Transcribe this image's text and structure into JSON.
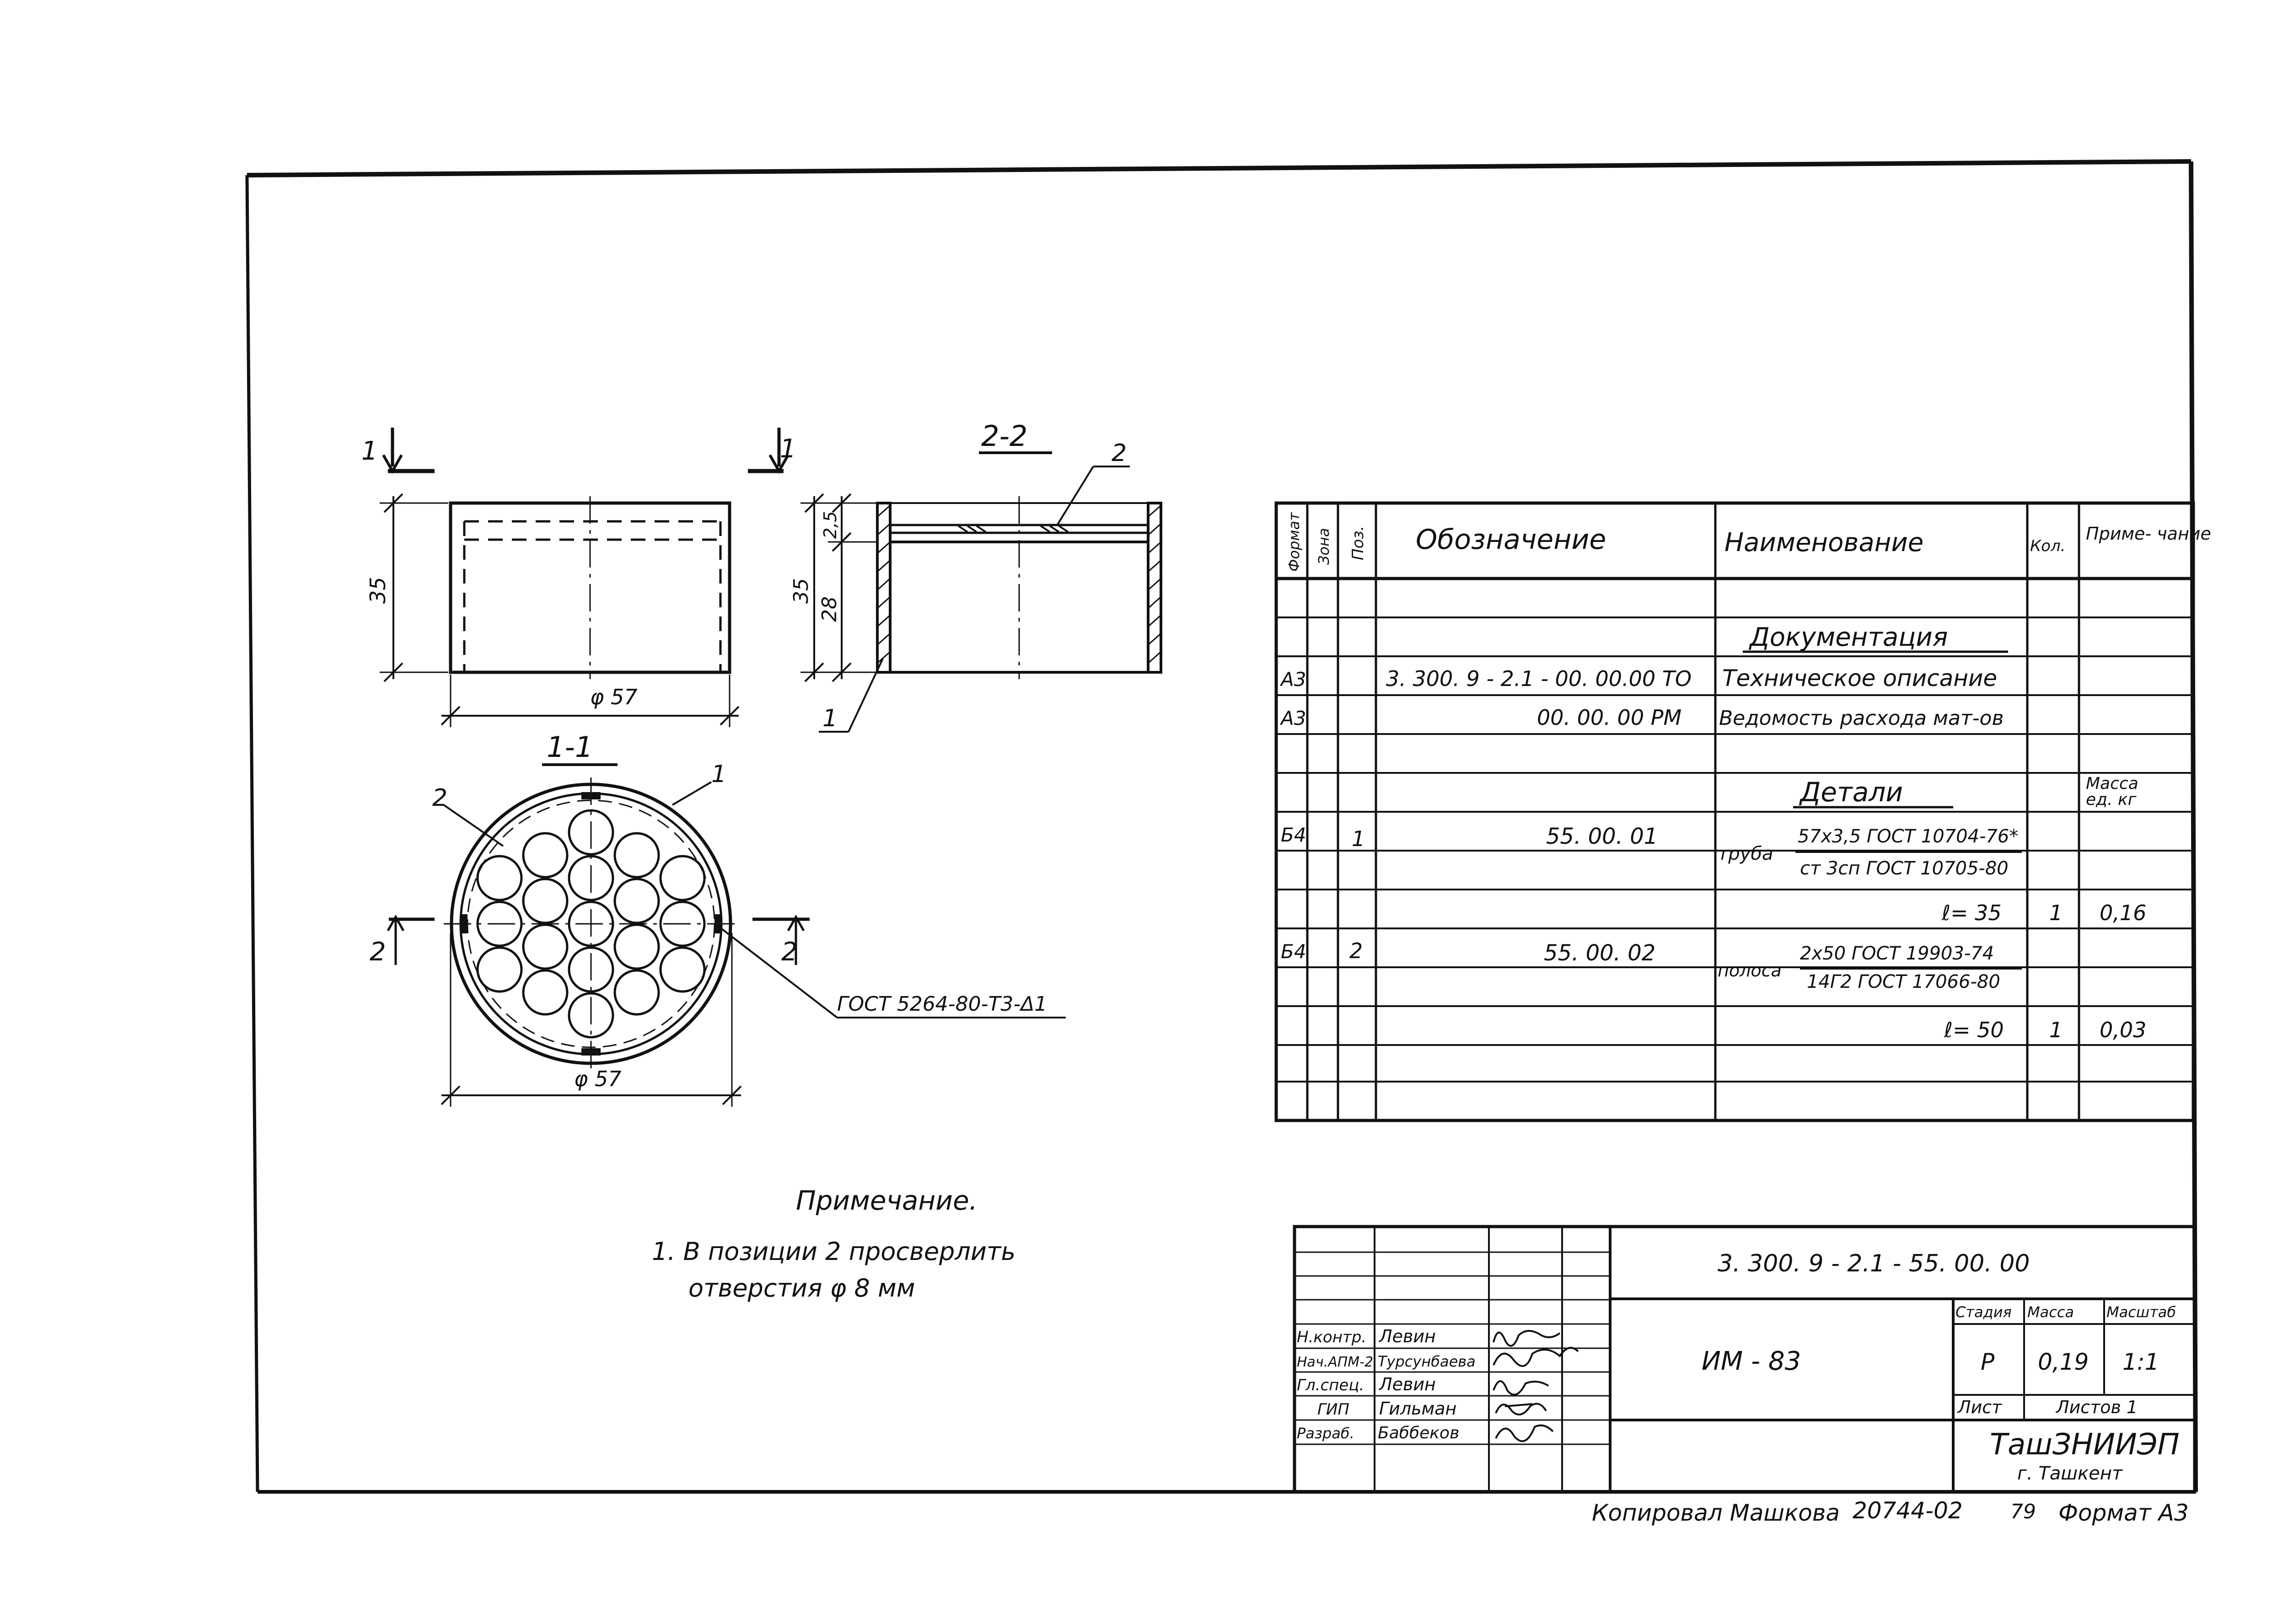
{
  "views": {
    "view_1": "1",
    "view_2": "2",
    "section_22": "2-2",
    "section_11": "1-1",
    "dim_35": "35",
    "dim_d57": "φ 57",
    "dim_2_5": "2,5",
    "dim_28": "28",
    "dim_d57_plan": "φ 57",
    "pos_1": "1",
    "pos_2": "2",
    "weld_note": "ГОСТ 5264-80-Т3-Δ1"
  },
  "note": {
    "title": "Примечание.",
    "line1": "1. В позиции 2 просверлить",
    "line2": "отверстия  φ 8 мм"
  },
  "spec": {
    "headers": {
      "format": "Формат",
      "zone": "Зона",
      "pos": "Поз.",
      "designation": "Обозначение",
      "name": "Наименование",
      "qty": "Кол.",
      "note": "Приме- чание"
    },
    "documentation": "Документация",
    "doc_rows": [
      {
        "format": "А3",
        "designation": "3. 300. 9 - 2.1 - 00. 00.00 ТО",
        "name": "Техническое описание"
      },
      {
        "format": "А3",
        "designation": "00. 00. 00 РМ",
        "name": "Ведомость расхода мат-ов"
      }
    ],
    "details": "Детали",
    "mass_header_1": "Масса",
    "mass_header_2": "ед. кг",
    "parts": [
      {
        "format": "Б4",
        "pos": "1",
        "designation": "55. 00. 01",
        "prefix": "труба",
        "top": "57х3,5 ГОСТ 10704-76*",
        "bottom": "ст 3сп ГОСТ 10705-80",
        "length": "ℓ= 35",
        "qty": "1",
        "mass": "0,16"
      },
      {
        "format": "Б4",
        "pos": "2",
        "designation": "55. 00. 02",
        "prefix": "полоса",
        "top": "2х50 ГОСТ 19903-74",
        "bottom": "14Г2 ГОСТ 17066-80",
        "length": "ℓ= 50",
        "qty": "1",
        "mass": "0,03"
      }
    ]
  },
  "title_block": {
    "doc_number": "3. 300. 9 - 2.1 - 55. 00. 00",
    "product": "ИМ - 83",
    "stage_label": "Стадия",
    "mass_label": "Масса",
    "scale_label": "Масштаб",
    "stage": "Р",
    "mass": "0,19",
    "scale": "1:1",
    "sheet_label": "Лист",
    "sheets_label": "Листов 1",
    "org": "ТашЗНИИЭП",
    "city": "г. Ташкент",
    "roles": [
      {
        "role": "Н.контр.",
        "name": "Левин"
      },
      {
        "role": "Нач.АПМ-2",
        "name": "Турсунбаева"
      },
      {
        "role": "Гл.спец.",
        "name": "Левин"
      },
      {
        "role": "ГИП",
        "name": "Гильман"
      },
      {
        "role": "Разраб.",
        "name": "Баббеков"
      }
    ]
  },
  "footer": {
    "copied": "Копировал  Машкова",
    "order": "20744-02",
    "sheet_no": "79",
    "format": "Формат  А3"
  }
}
